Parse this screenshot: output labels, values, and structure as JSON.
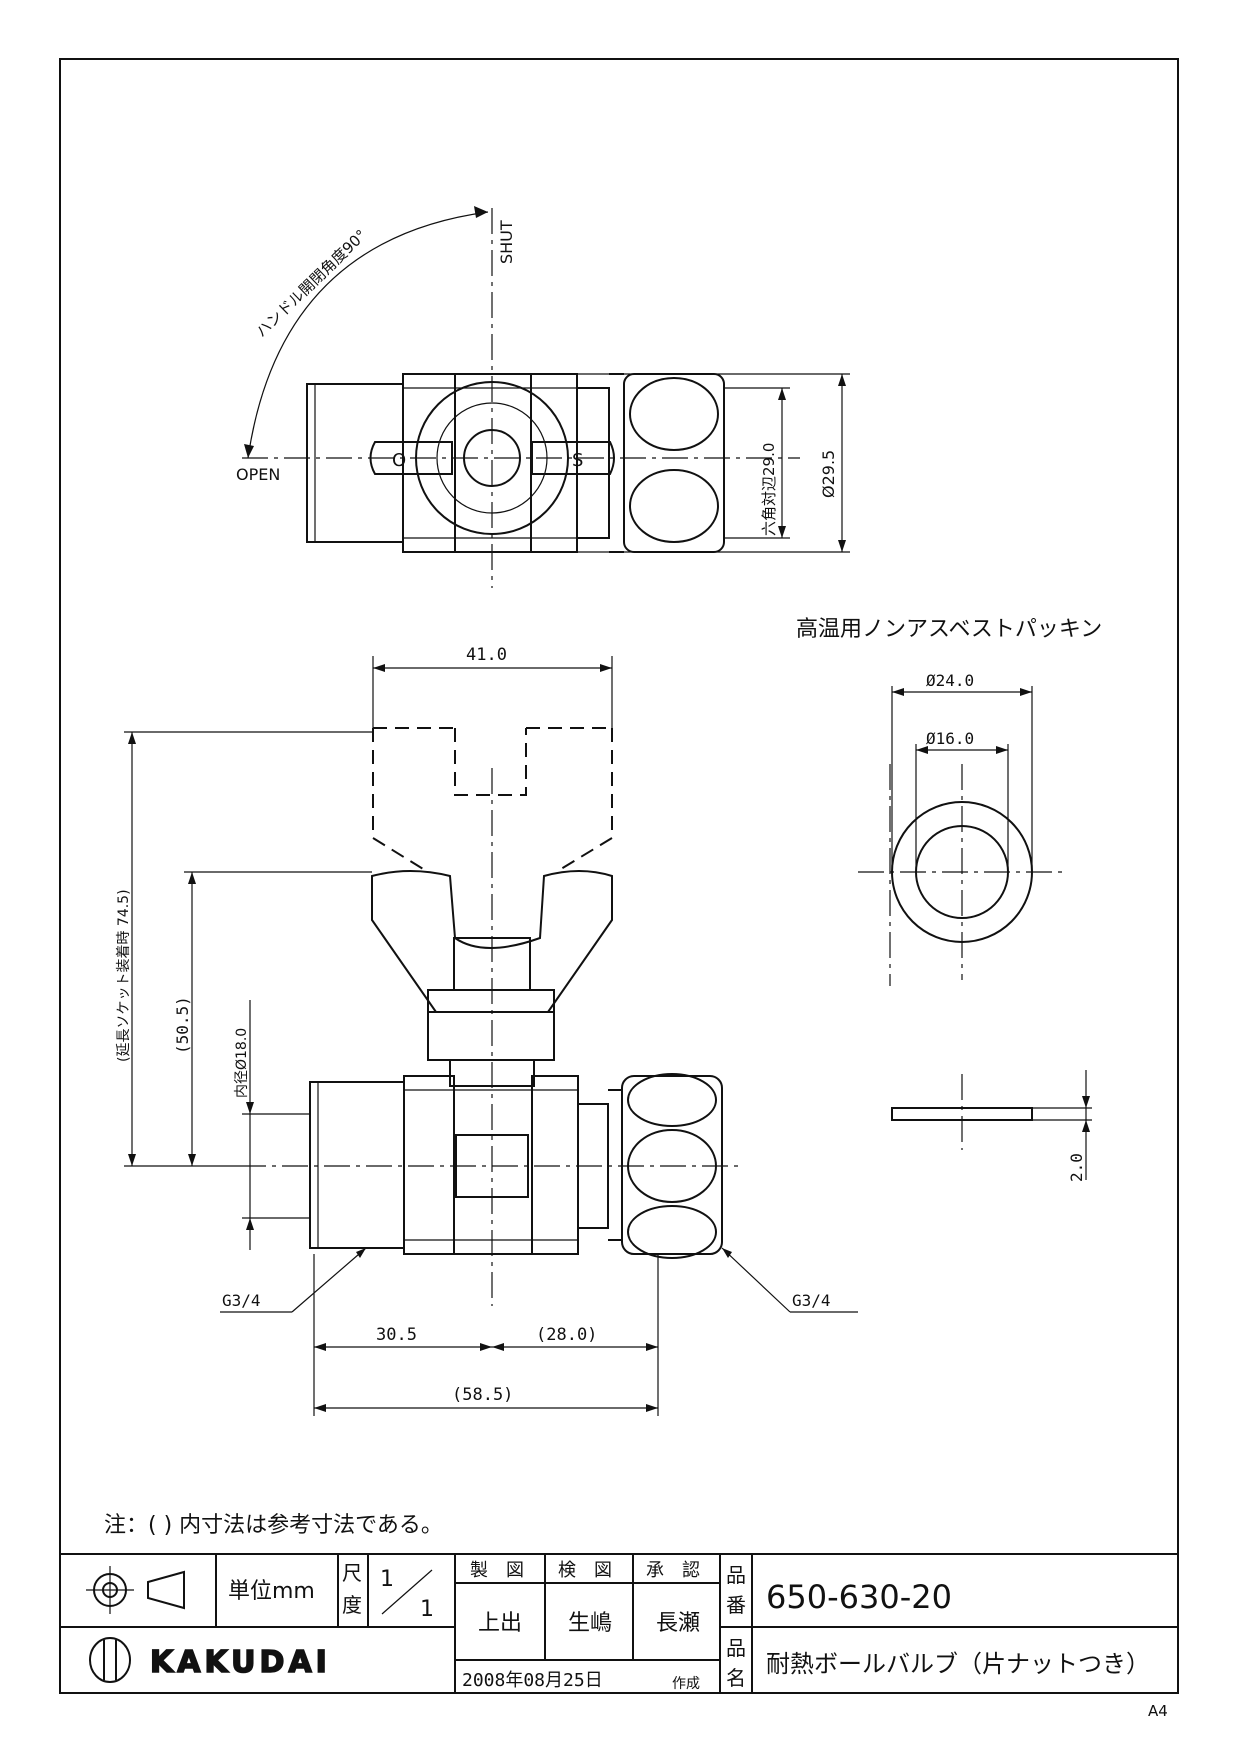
{
  "drawing": {
    "top_view": {
      "shut_label": "SHUT",
      "open_label": "OPEN",
      "handle_angle_label": "ハンドル開閉角度90°",
      "handle_o_mark": "O",
      "handle_s_mark": "S",
      "hex_width_label": "六角対辺29.0",
      "outer_dia_label": "Ø29.5"
    },
    "side_view": {
      "handle_width": "41.0",
      "extension_height": "(延長ソケット装着時 74.5)",
      "height": "(50.5)",
      "inner_dia": "内径Ø18.0",
      "thread_left": "G3/4",
      "thread_right": "G3/4",
      "len_left": "30.5",
      "len_right": "(28.0)",
      "len_total": "(58.5)"
    },
    "packing": {
      "title": "高温用ノンアスベストパッキン",
      "outer_dia": "Ø24.0",
      "inner_dia": "Ø16.0",
      "thickness": "2.0"
    }
  },
  "note": "注：(  ) 内寸法は参考寸法である。",
  "title_block": {
    "unit": "単位mm",
    "scale_label_1": "尺",
    "scale_label_2": "度",
    "scale_num": "1",
    "scale_den": "1",
    "made_by_header": "製　図",
    "checked_by_header": "検　図",
    "approved_by_header": "承　認",
    "made_by": "上出",
    "checked_by": "生嶋",
    "approved_by": "長瀬",
    "date": "2008年08月25日",
    "date_suffix": "作成",
    "part_no_label_1": "品",
    "part_no_label_2": "番",
    "part_no": "650-630-20",
    "part_name_label_1": "品",
    "part_name_label_2": "名",
    "part_name": "耐熱ボールバルブ（片ナットつき）",
    "brand": "KAKUDAI"
  },
  "paper_size": "A4"
}
